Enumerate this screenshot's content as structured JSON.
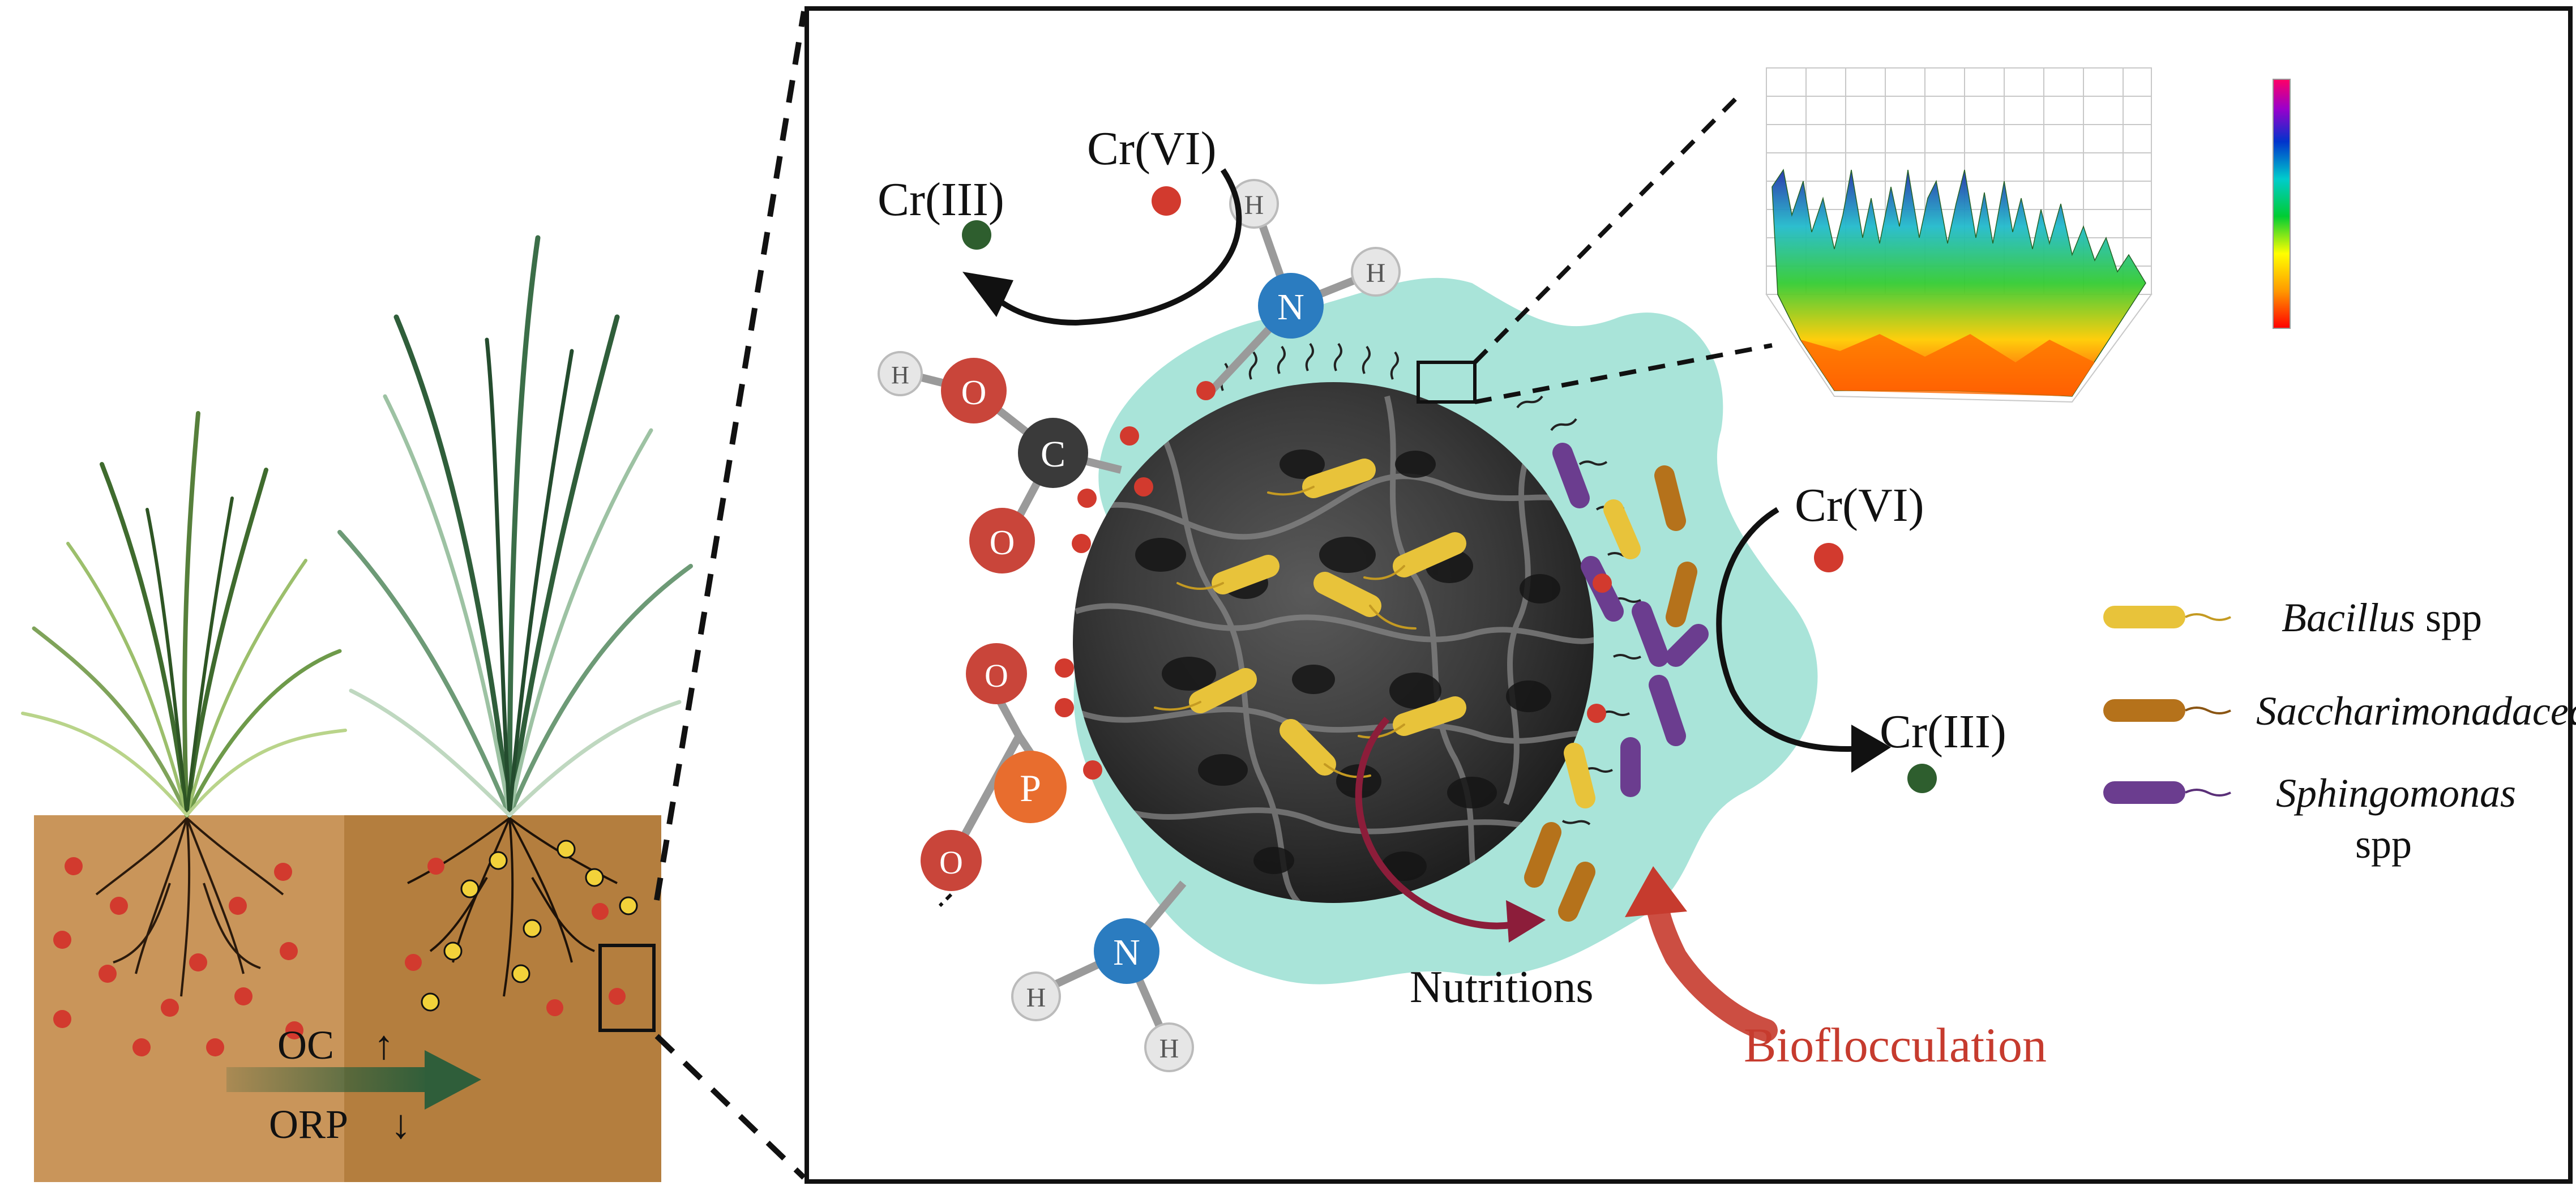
{
  "soil_panel": {
    "oc_label": "OC",
    "oc_arrow": "↑",
    "orp_label": "ORP",
    "orp_arrow": "↓"
  },
  "particle": {
    "cr_vi_top": "Cr(VI)",
    "cr_iii_top": "Cr(III)",
    "cr_vi_right": "Cr(VI)",
    "cr_iii_right": "Cr(III)",
    "nutritions_label": "Nutritions",
    "bioflocculation_label": "Bioflocculation",
    "atoms": {
      "n_top": "N",
      "n_bottom": "N",
      "h": "H",
      "c": "C",
      "o": "O",
      "p": "P"
    }
  },
  "legend": {
    "items": [
      {
        "name": "Bacillus",
        "suffix": " spp",
        "color": "#E8C33A"
      },
      {
        "name": "Saccharimonadaceae",
        "suffix": "",
        "color": "#B5721B"
      },
      {
        "name": "Sphingomonas",
        "suffix": "spp",
        "color": "#6B3D8F"
      }
    ]
  },
  "colors": {
    "soil_left": "#C9955A",
    "soil_right": "#B47E3E",
    "grass_dark": "#3F6B2E",
    "grass_light": "#8FBF7A",
    "cr_vi": "#D23A2E",
    "cr_iii": "#2E5E2E",
    "biofilm": "#8ED9CB",
    "nitrogen": "#2B7CC0",
    "oxygen": "#C9453A",
    "carbon": "#3A3A3A",
    "phosphorus": "#E86D2E",
    "hydrogen": "#E6E6E6",
    "biofloc_arrow": "#C63B2E",
    "nutrition_arrow": "#8C1D3A"
  },
  "icons": [
    "grass-plant-icon",
    "root-icon",
    "chromium-ion-icon",
    "bacterium-icon",
    "surface-plot-icon"
  ]
}
